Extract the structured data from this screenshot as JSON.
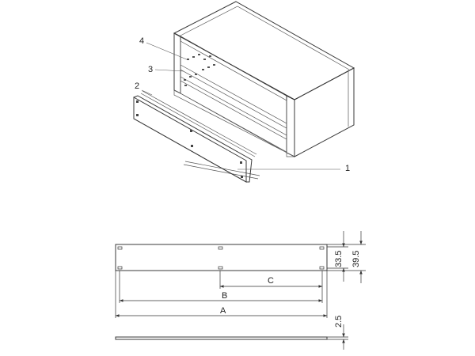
{
  "callouts": {
    "part_1": "1",
    "part_2": "2",
    "part_3": "3",
    "part_4": "4"
  },
  "dimensions": {
    "a": "A",
    "b": "B",
    "c": "C",
    "height_inner": "33.5",
    "height_outer": "39.5",
    "thickness": "2.5"
  },
  "colors": {
    "panel_fill": "#c9c9c9",
    "case_light": "#f0f0f0",
    "case_mid": "#dcdcdc",
    "case_dark": "#bdbdbd",
    "line": "#3a3a3a"
  }
}
